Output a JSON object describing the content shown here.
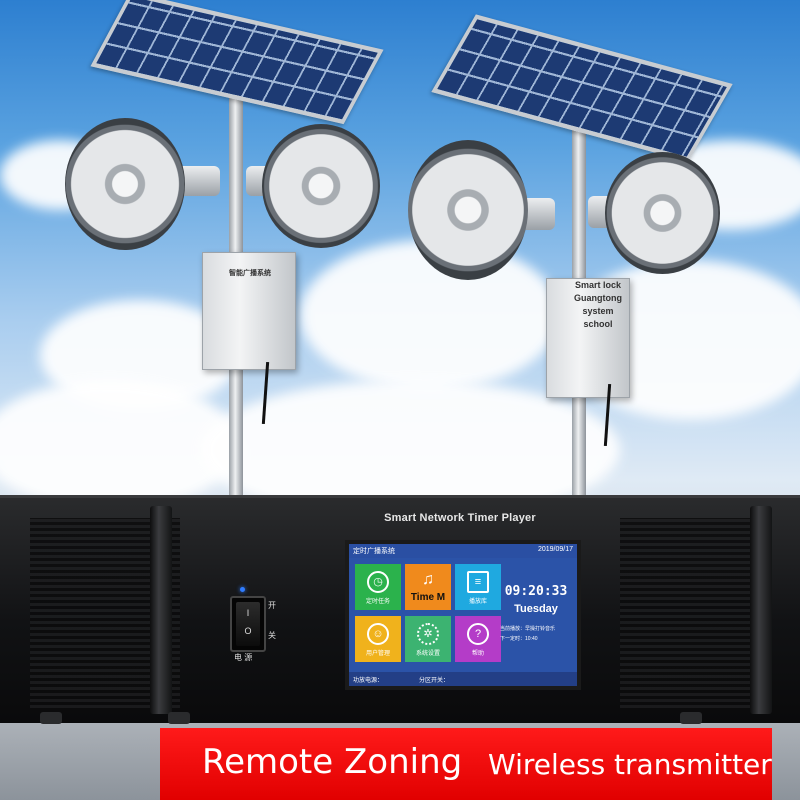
{
  "device": {
    "title": "Smart Network Timer Player",
    "power_on_label": "开",
    "power_off_label": "关",
    "power_caption": "电 源",
    "switch_on_symbol": "I",
    "switch_off_symbol": "O"
  },
  "box_left_label": "智能广播系统",
  "box_right_label": [
    "Smart lock",
    "Guangtong",
    "system",
    "school"
  ],
  "screen": {
    "header_title": "定时广播系统",
    "header_date": "2019/09/17",
    "tiles": [
      {
        "label": "定时任务",
        "icon": "clock-icon",
        "color": "#2bb24c"
      },
      {
        "label": "Time M",
        "icon": "music-icon",
        "color": "#f08a1c"
      },
      {
        "label": "播放库",
        "icon": "playlist-icon",
        "color": "#1fa9e0"
      },
      {
        "label": "用户管理",
        "icon": "user-icon",
        "color": "#f0b21c"
      },
      {
        "label": "系统设置",
        "icon": "gear-icon",
        "color": "#3cb371"
      },
      {
        "label": "帮助",
        "icon": "help-icon",
        "color": "#b43cc8"
      }
    ],
    "time": "09:20:33",
    "weekday": "Tuesday",
    "now_playing_label": "当前播放：早操打铃音乐",
    "next_timer_label": "下一定时：10:40",
    "footer_left": "功放电源：",
    "footer_right": "分区开关："
  },
  "banner": {
    "left_text": "Remote Zoning",
    "right_text": "Wireless transmitter",
    "color": "#e60000"
  }
}
